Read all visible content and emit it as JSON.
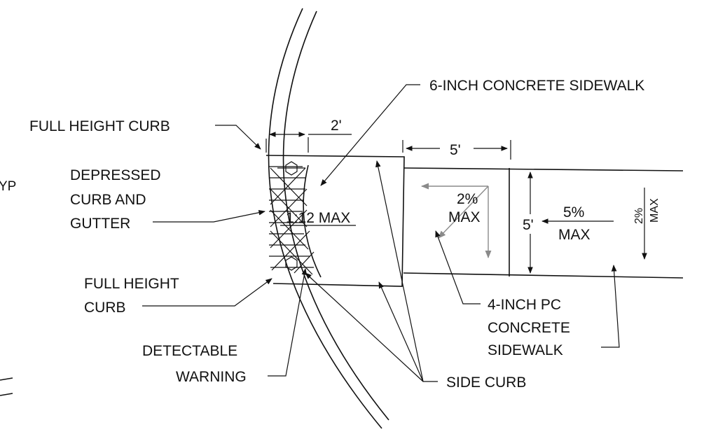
{
  "labels": {
    "concrete_6in": "6-INCH CONCRETE SIDEWALK",
    "full_height_curb_top": "FULL HEIGHT CURB",
    "depressed_1": "DEPRESSED",
    "depressed_2": "CURB AND",
    "depressed_3": "GUTTER",
    "full_height_curb_bottom_1": "FULL HEIGHT",
    "full_height_curb_bottom_2": "CURB",
    "detectable_1": "DETECTABLE",
    "detectable_2": "WARNING",
    "side_curb": "SIDE CURB",
    "pc_1": "4-INCH PC",
    "pc_2": "CONCRETE",
    "pc_3": "SIDEWALK",
    "typ_fragment": "YP"
  },
  "dimensions": {
    "two_ft": "2'",
    "five_ft_horizontal": "5'",
    "five_ft_vertical": "5'",
    "ramp_slope": "1:12 MAX",
    "cross_slope_pct": "2%",
    "cross_slope_max": "MAX",
    "long_slope_pct": "5%",
    "long_slope_max": "MAX",
    "rotated_pct": "2%",
    "rotated_max": "MAX"
  }
}
